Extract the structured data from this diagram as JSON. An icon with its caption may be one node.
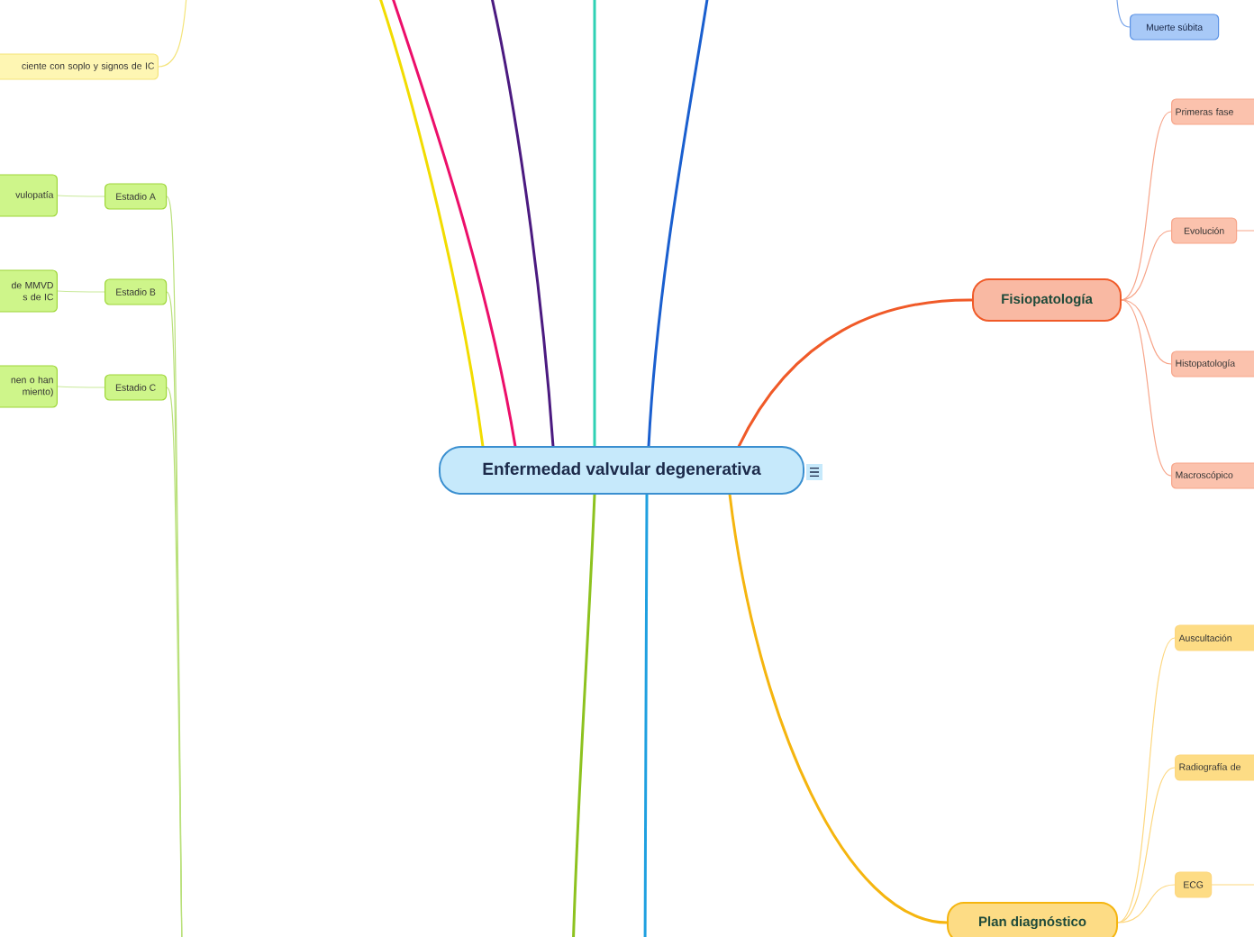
{
  "diagram": {
    "nodes": [
      {
        "text": [
          "Enfermedad valvular degenerativa"
        ]
      },
      {
        "text": [
          "Fisiopatología"
        ]
      },
      {
        "text": [
          "Primeras fase"
        ]
      },
      {
        "text": [
          "Evolución"
        ]
      },
      {
        "text": [
          "Histopatología"
        ]
      },
      {
        "text": [
          "Macroscópico"
        ]
      },
      {
        "text": [
          "Plan diagnóstico"
        ]
      },
      {
        "text": [
          "Auscultación"
        ]
      },
      {
        "text": [
          "Radiografía de"
        ]
      },
      {
        "text": [
          "ECG"
        ]
      },
      {
        "text": [
          "Muerte súbita"
        ]
      },
      {
        "text": [
          "ciente con soplo y signos de IC"
        ]
      },
      {
        "text": [
          "vulopatía"
        ]
      },
      {
        "text": [
          "Estadio A"
        ]
      },
      {
        "text": [
          "de MMVD",
          "s de IC"
        ]
      },
      {
        "text": [
          "Estadio B"
        ]
      },
      {
        "text": [
          "nen o han",
          "miento)"
        ]
      },
      {
        "text": [
          "Estadio C"
        ]
      }
    ],
    "edges": [
      {
        "from": 0,
        "to": 1,
        "arrow": "none",
        "color": "#f05a28"
      },
      {
        "from": 1,
        "to": 2,
        "arrow": "none",
        "color": "#f7a58a"
      },
      {
        "from": 1,
        "to": 3,
        "arrow": "none",
        "color": "#f7a58a"
      },
      {
        "from": 1,
        "to": 4,
        "arrow": "none",
        "color": "#f7a58a"
      },
      {
        "from": 1,
        "to": 5,
        "arrow": "none",
        "color": "#f7a58a"
      },
      {
        "from": 0,
        "to": 6,
        "arrow": "none",
        "color": "#f5b50f"
      },
      {
        "from": 6,
        "to": 7,
        "arrow": "none",
        "color": "#fdd77f"
      },
      {
        "from": 6,
        "to": 8,
        "arrow": "none",
        "color": "#fdd77f"
      },
      {
        "from": 6,
        "to": 9,
        "arrow": "none",
        "color": "#fdd77f"
      },
      {
        "from": 3,
        "to": null,
        "arrow": "none",
        "color": "#f7a58a"
      },
      {
        "from": 9,
        "to": null,
        "arrow": "none",
        "color": "#fdd77f"
      },
      {
        "from": null,
        "to": 10,
        "arrow": "none",
        "color": "#7aa6ea"
      },
      {
        "from": null,
        "to": 11,
        "arrow": "none",
        "color": "#f4e47a"
      },
      {
        "from": 13,
        "to": 12,
        "arrow": "none",
        "color": "#c9e99a"
      },
      {
        "from": 15,
        "to": 14,
        "arrow": "none",
        "color": "#c9e99a"
      },
      {
        "from": 17,
        "to": 16,
        "arrow": "none",
        "color": "#c9e99a"
      },
      {
        "from": null,
        "to": 13,
        "arrow": "none",
        "color": "#b9e07a"
      },
      {
        "from": null,
        "to": 15,
        "arrow": "none",
        "color": "#b9e07a"
      },
      {
        "from": null,
        "to": 17,
        "arrow": "none",
        "color": "#b9e07a"
      },
      {
        "from": 0,
        "to": null,
        "arrow": "none",
        "color": "#f2dc00"
      },
      {
        "from": 0,
        "to": null,
        "arrow": "none",
        "color": "#ec0f6a"
      },
      {
        "from": 0,
        "to": null,
        "arrow": "none",
        "color": "#4b1a80"
      },
      {
        "from": 0,
        "to": null,
        "arrow": "none",
        "color": "#2fd1b4"
      },
      {
        "from": 0,
        "to": null,
        "arrow": "none",
        "color": "#1a5fcf"
      },
      {
        "from": 0,
        "to": null,
        "arrow": "none",
        "color": "#8dc21f"
      },
      {
        "from": 0,
        "to": null,
        "arrow": "none",
        "color": "#1fa0e0"
      }
    ]
  }
}
